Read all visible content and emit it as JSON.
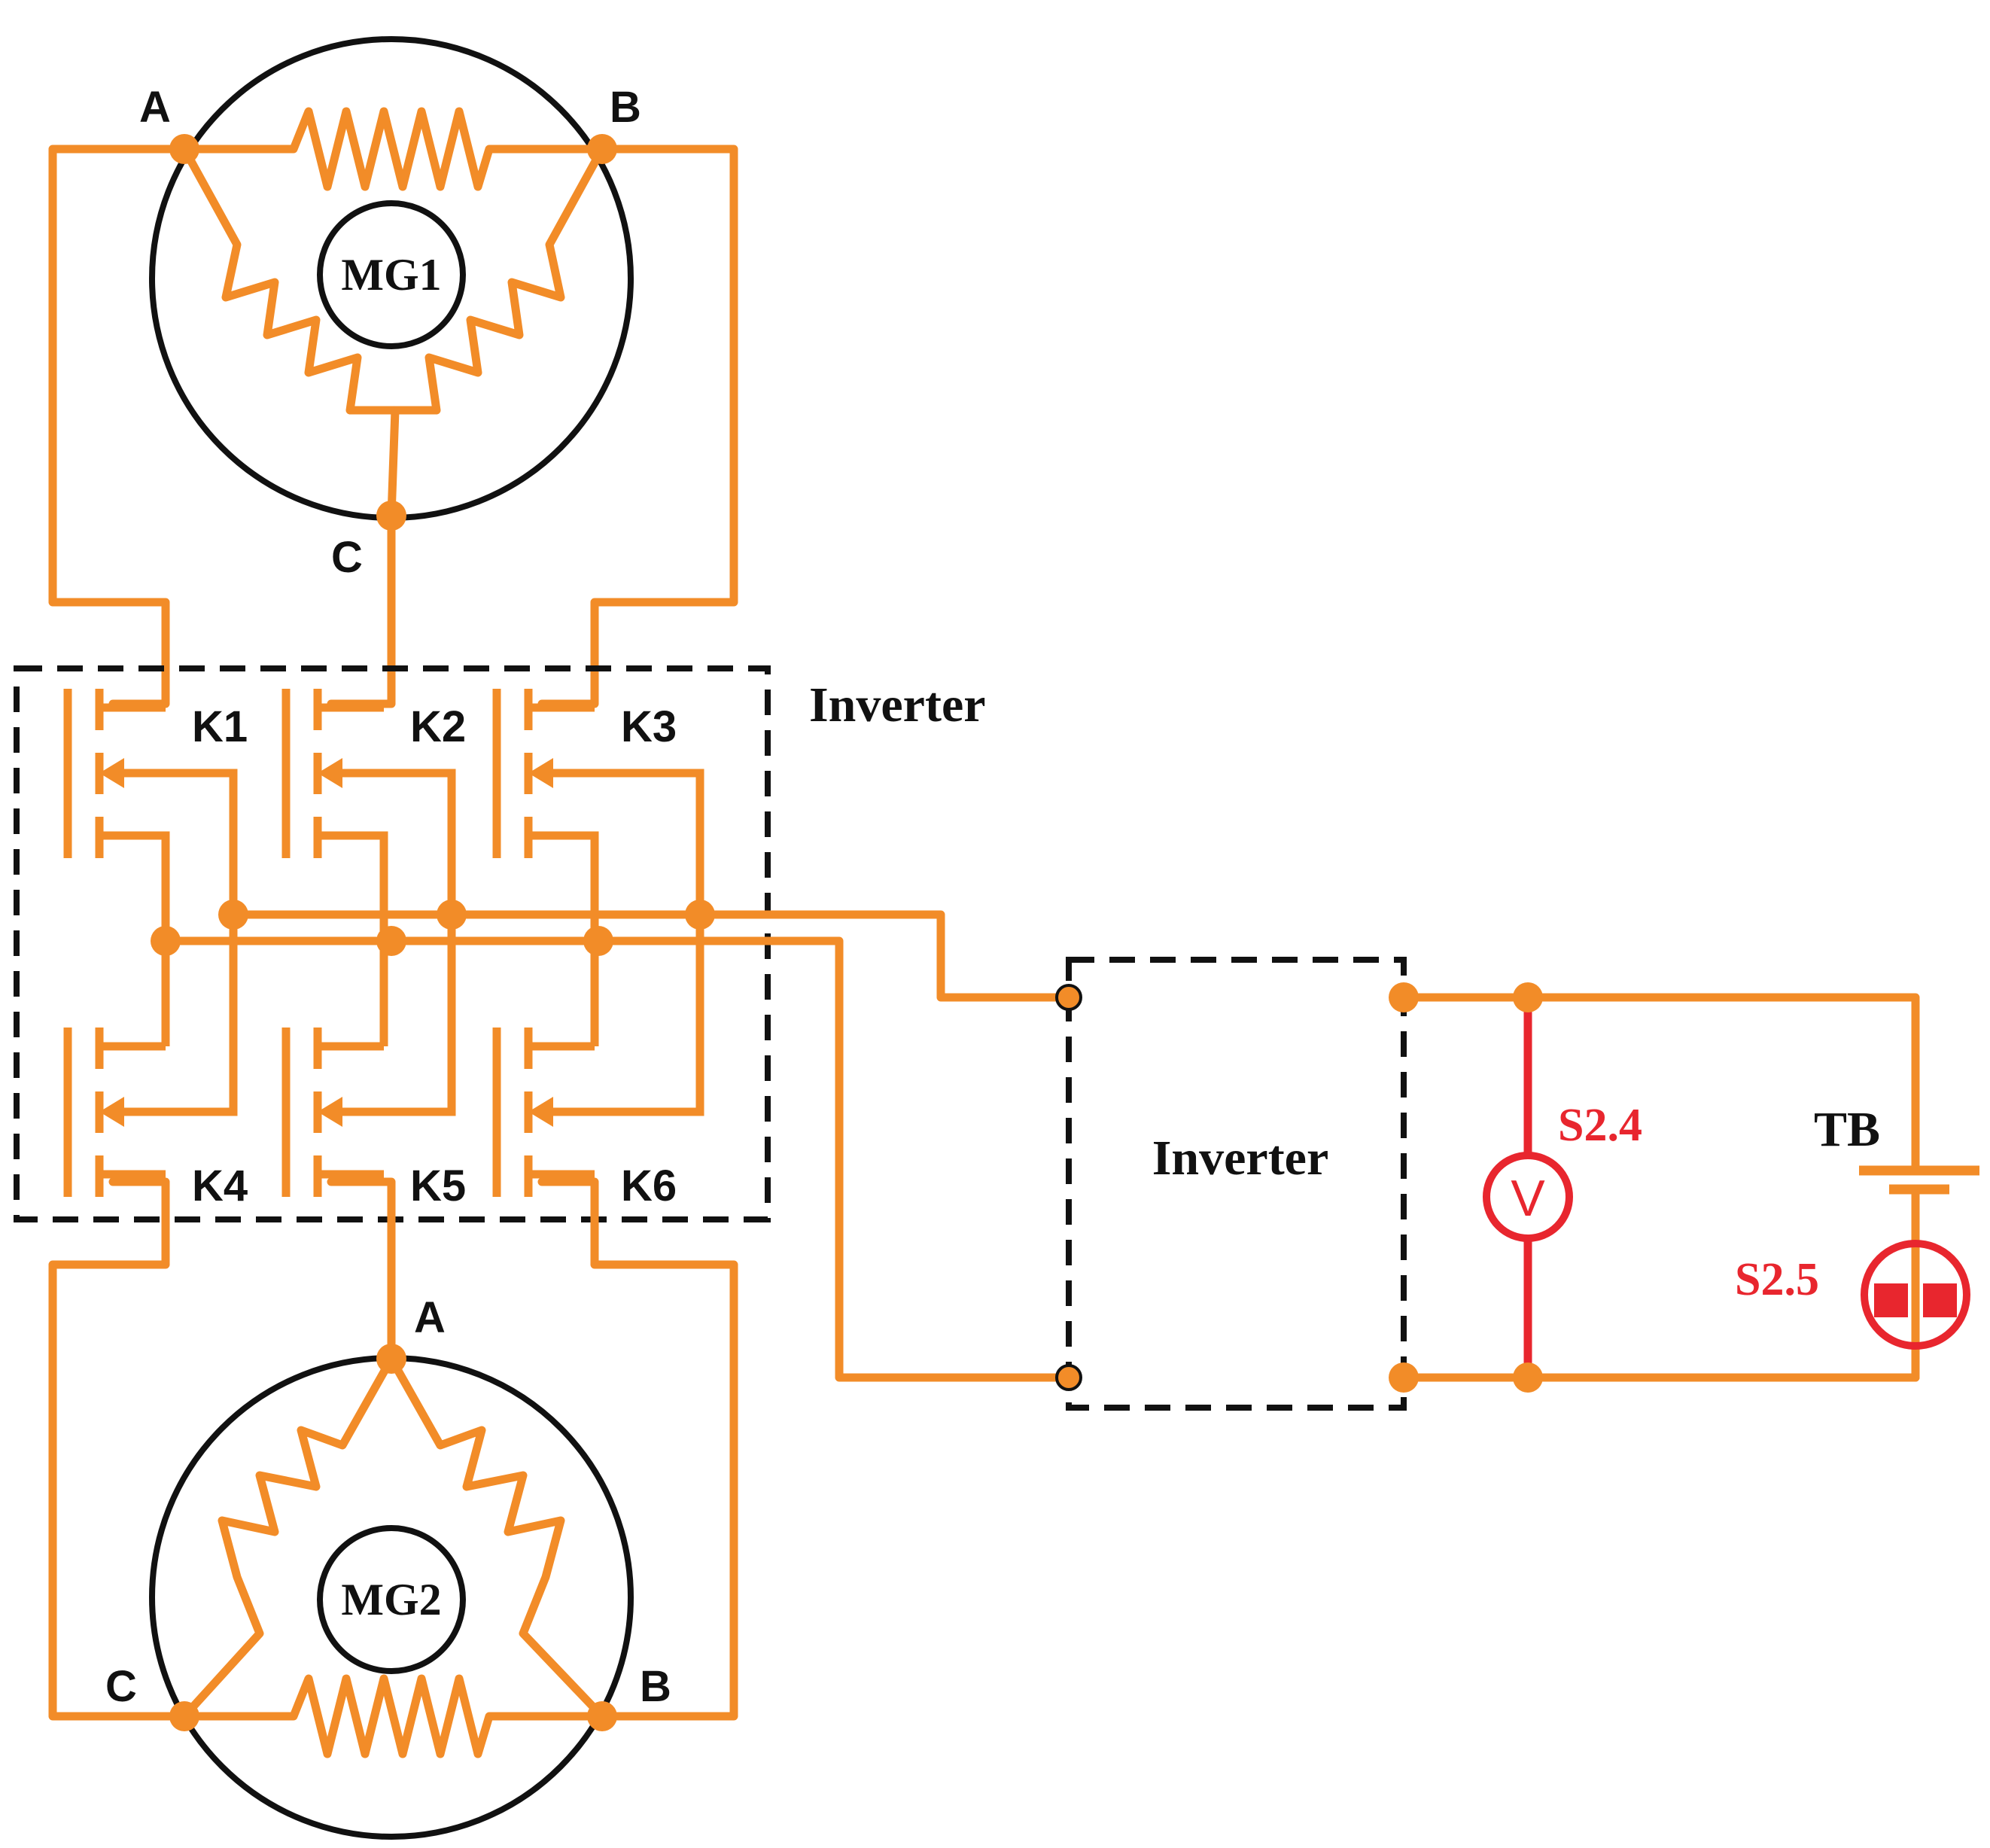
{
  "colors": {
    "wire": "#F28C28",
    "sensor": "#E8262E",
    "frame": "#111111"
  },
  "mg1": {
    "name": "MG1",
    "term_a": "A",
    "term_b": "B",
    "term_c": "C"
  },
  "mg2": {
    "name": "MG2",
    "term_a": "A",
    "term_b": "B",
    "term_c": "C"
  },
  "inverter1": {
    "label": "Inverter"
  },
  "inverter2": {
    "label": "Inverter"
  },
  "switches": [
    "K1",
    "K2",
    "K3",
    "K4",
    "K5",
    "K6"
  ],
  "voltmeter": {
    "symbol": "V",
    "label": "S2.4"
  },
  "current_sensor": {
    "label": "S2.5"
  },
  "battery": {
    "label": "TB"
  }
}
